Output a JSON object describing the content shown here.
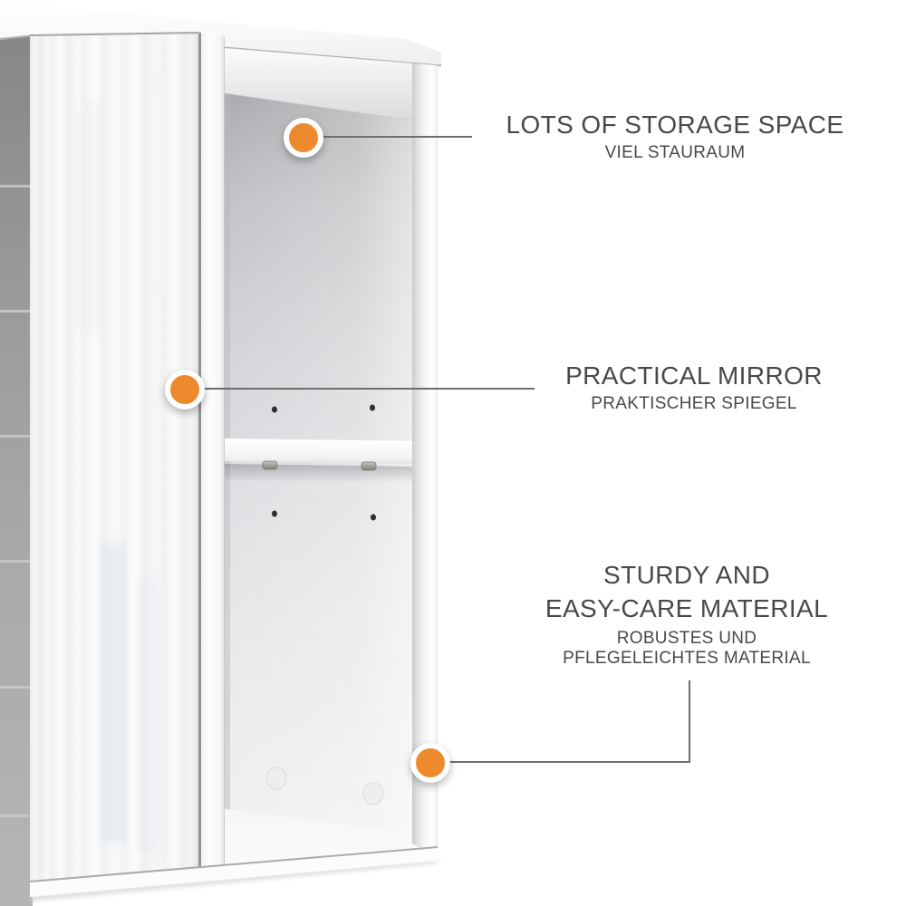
{
  "image": {
    "kind": "product-feature-image",
    "subject": "White bathroom wall cabinet with glossy mirror door and open storage shelves, mounted on a gray tiled wall",
    "background_color": "#FFFFFF"
  },
  "style": {
    "marker_color": "#ED8A2E",
    "marker_ring_color": "#FFFFFF",
    "connector_line_color": "#6E6E6E",
    "text_color": "#49494B",
    "wall_tile_color": "#A3A3A5",
    "cabinet_color": "#F4F5F7"
  },
  "callouts": [
    {
      "id": "storage",
      "marker_icon": "orange-dot-icon",
      "title": "LOTS OF STORAGE SPACE",
      "subtitle": "VIEL STAURAUM"
    },
    {
      "id": "mirror",
      "marker_icon": "orange-dot-icon",
      "title": "PRACTICAL MIRROR",
      "subtitle": "PRAKTISCHER SPIEGEL"
    },
    {
      "id": "material",
      "marker_icon": "orange-dot-icon",
      "title_lines": [
        "STURDY AND",
        "EASY-CARE MATERIAL"
      ],
      "subtitle_lines": [
        "ROBUSTES UND",
        "PFLEGELEICHTES MATERIAL"
      ]
    }
  ]
}
